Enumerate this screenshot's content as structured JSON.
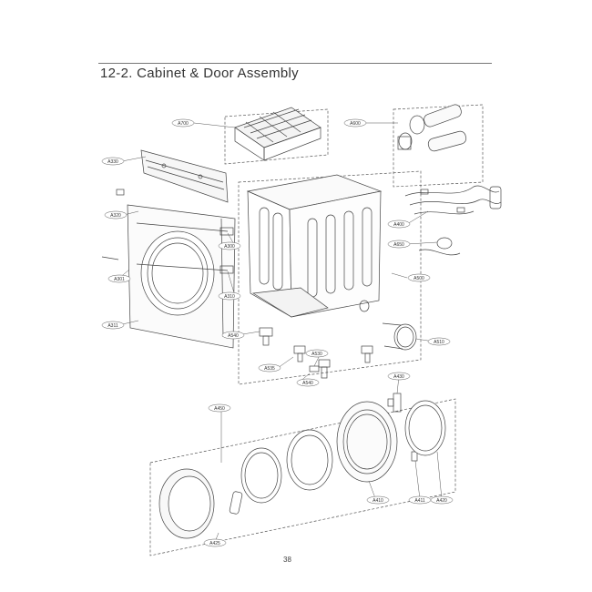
{
  "page": {
    "title": "12-2. Cabinet & Door Assembly",
    "page_number": "38"
  },
  "labels": {
    "a700": "A700",
    "a600": "A600",
    "a330": "A330",
    "a320": "A320",
    "a300": "A300",
    "a310": "A310",
    "a301": "A301",
    "a311": "A311",
    "a400": "A400",
    "a650": "A650",
    "a500": "A500",
    "a540": "A540",
    "a510": "A510",
    "a535": "A535",
    "a530": "A530",
    "a540b": "A540",
    "a450": "A450",
    "a410": "A410",
    "a420": "A420",
    "a430": "A430",
    "a411": "A411",
    "a425": "A425"
  }
}
